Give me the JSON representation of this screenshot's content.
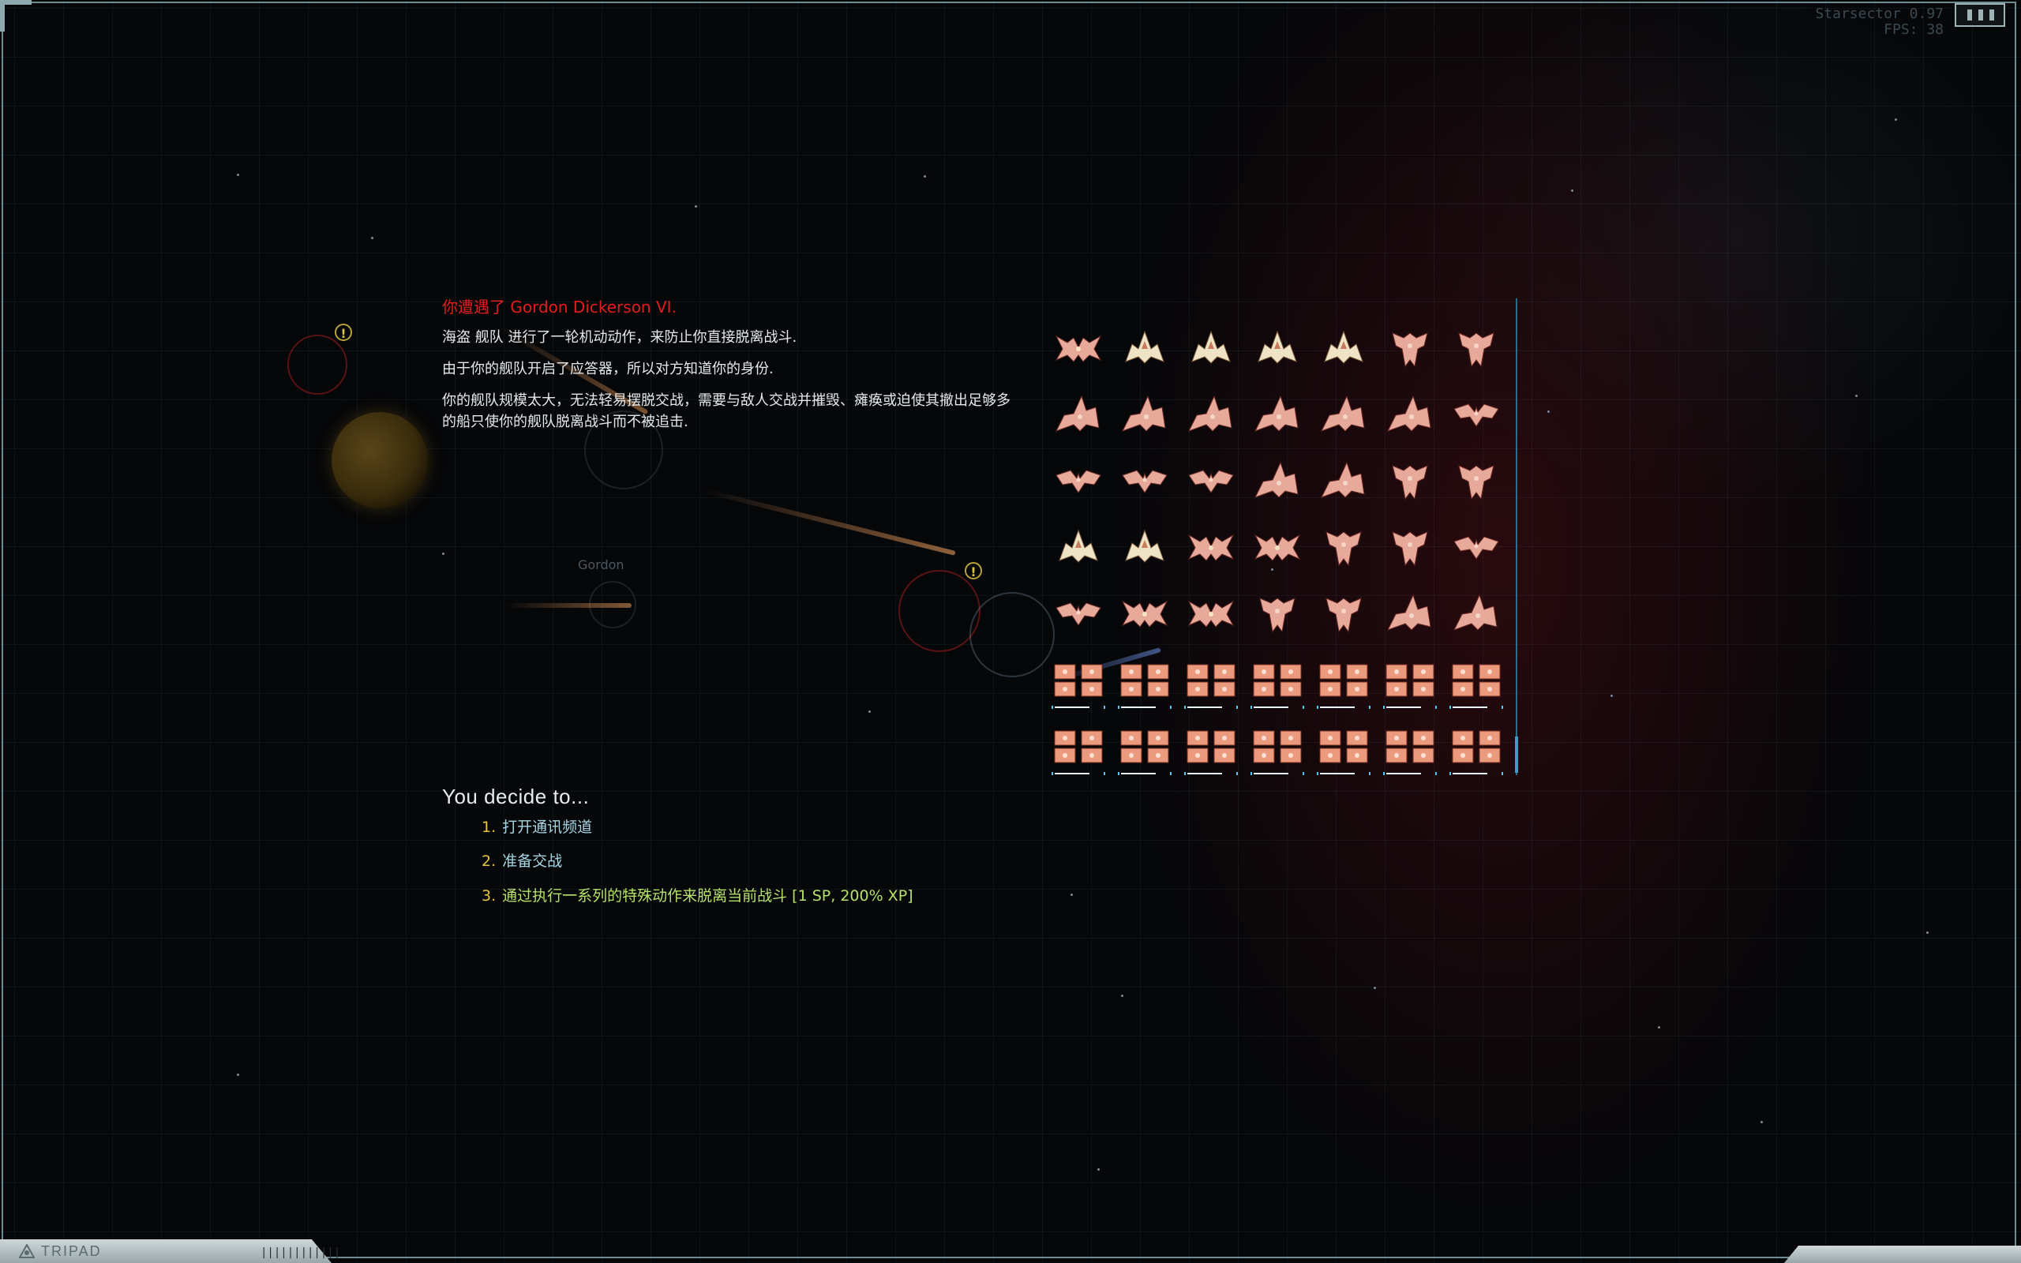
{
  "hud": {
    "fps_label": "FPS: 38",
    "game_label": "Starsector 0.97"
  },
  "faction": {
    "label": "TRIPAD",
    "ticks": "||||||||||||"
  },
  "encounter": {
    "title": "你遭遇了 Gordon Dickerson VI.",
    "paragraphs": [
      "海盗 舰队 进行了一轮机动动作，来防止你直接脱离战斗.",
      "由于你的舰队开启了应答器，所以对方知道你的身份.",
      "你的舰队规模太大，无法轻易摆脱交战，需要与敌人交战并摧毁、瘫痪或迫使其撤出足够多的船只使你的舰队脱离战斗而不被追击."
    ]
  },
  "map": {
    "fleet_label": "Gordon"
  },
  "decision": {
    "heading": "You decide to...",
    "options": [
      {
        "num": "1.",
        "text": "打开通讯频道"
      },
      {
        "num": "2.",
        "text": "准备交战"
      },
      {
        "num": "3.",
        "text": "通过执行一系列的特殊动作来脱离当前战斗 [1 SP, 200% XP]"
      }
    ]
  },
  "colors": {
    "title_red": "#e01e1e",
    "option_number": "#e8c53a",
    "option_text": "#a6d6e3",
    "option_special": "#b6e26a",
    "hull_bar": "#5bc6ea"
  },
  "fleet_grid": {
    "rows": [
      [
        "tri-wing",
        "arrow-cream",
        "arrow-cream",
        "arrow-cream",
        "arrow-cream",
        "claw",
        "claw"
      ],
      [
        "arrow-red",
        "arrow-red",
        "arrow-red",
        "arrow-red",
        "arrow-red",
        "arrow-red",
        "moth"
      ],
      [
        "moth",
        "moth",
        "moth",
        "arrow-red",
        "arrow-red",
        "claw",
        "claw"
      ],
      [
        "arrow-cream",
        "arrow-cream",
        "tri-wing",
        "tri-wing",
        "claw",
        "claw",
        "moth"
      ],
      [
        "moth",
        "tri-wing",
        "tri-wing",
        "claw",
        "claw",
        "arrow-red",
        "arrow-red"
      ],
      [
        "fighter-wing",
        "fighter-wing",
        "fighter-wing",
        "fighter-wing",
        "fighter-wing",
        "fighter-wing",
        "fighter-wing"
      ],
      [
        "fighter-wing",
        "fighter-wing",
        "fighter-wing",
        "fighter-wing",
        "fighter-wing",
        "fighter-wing",
        "fighter-wing"
      ]
    ]
  }
}
